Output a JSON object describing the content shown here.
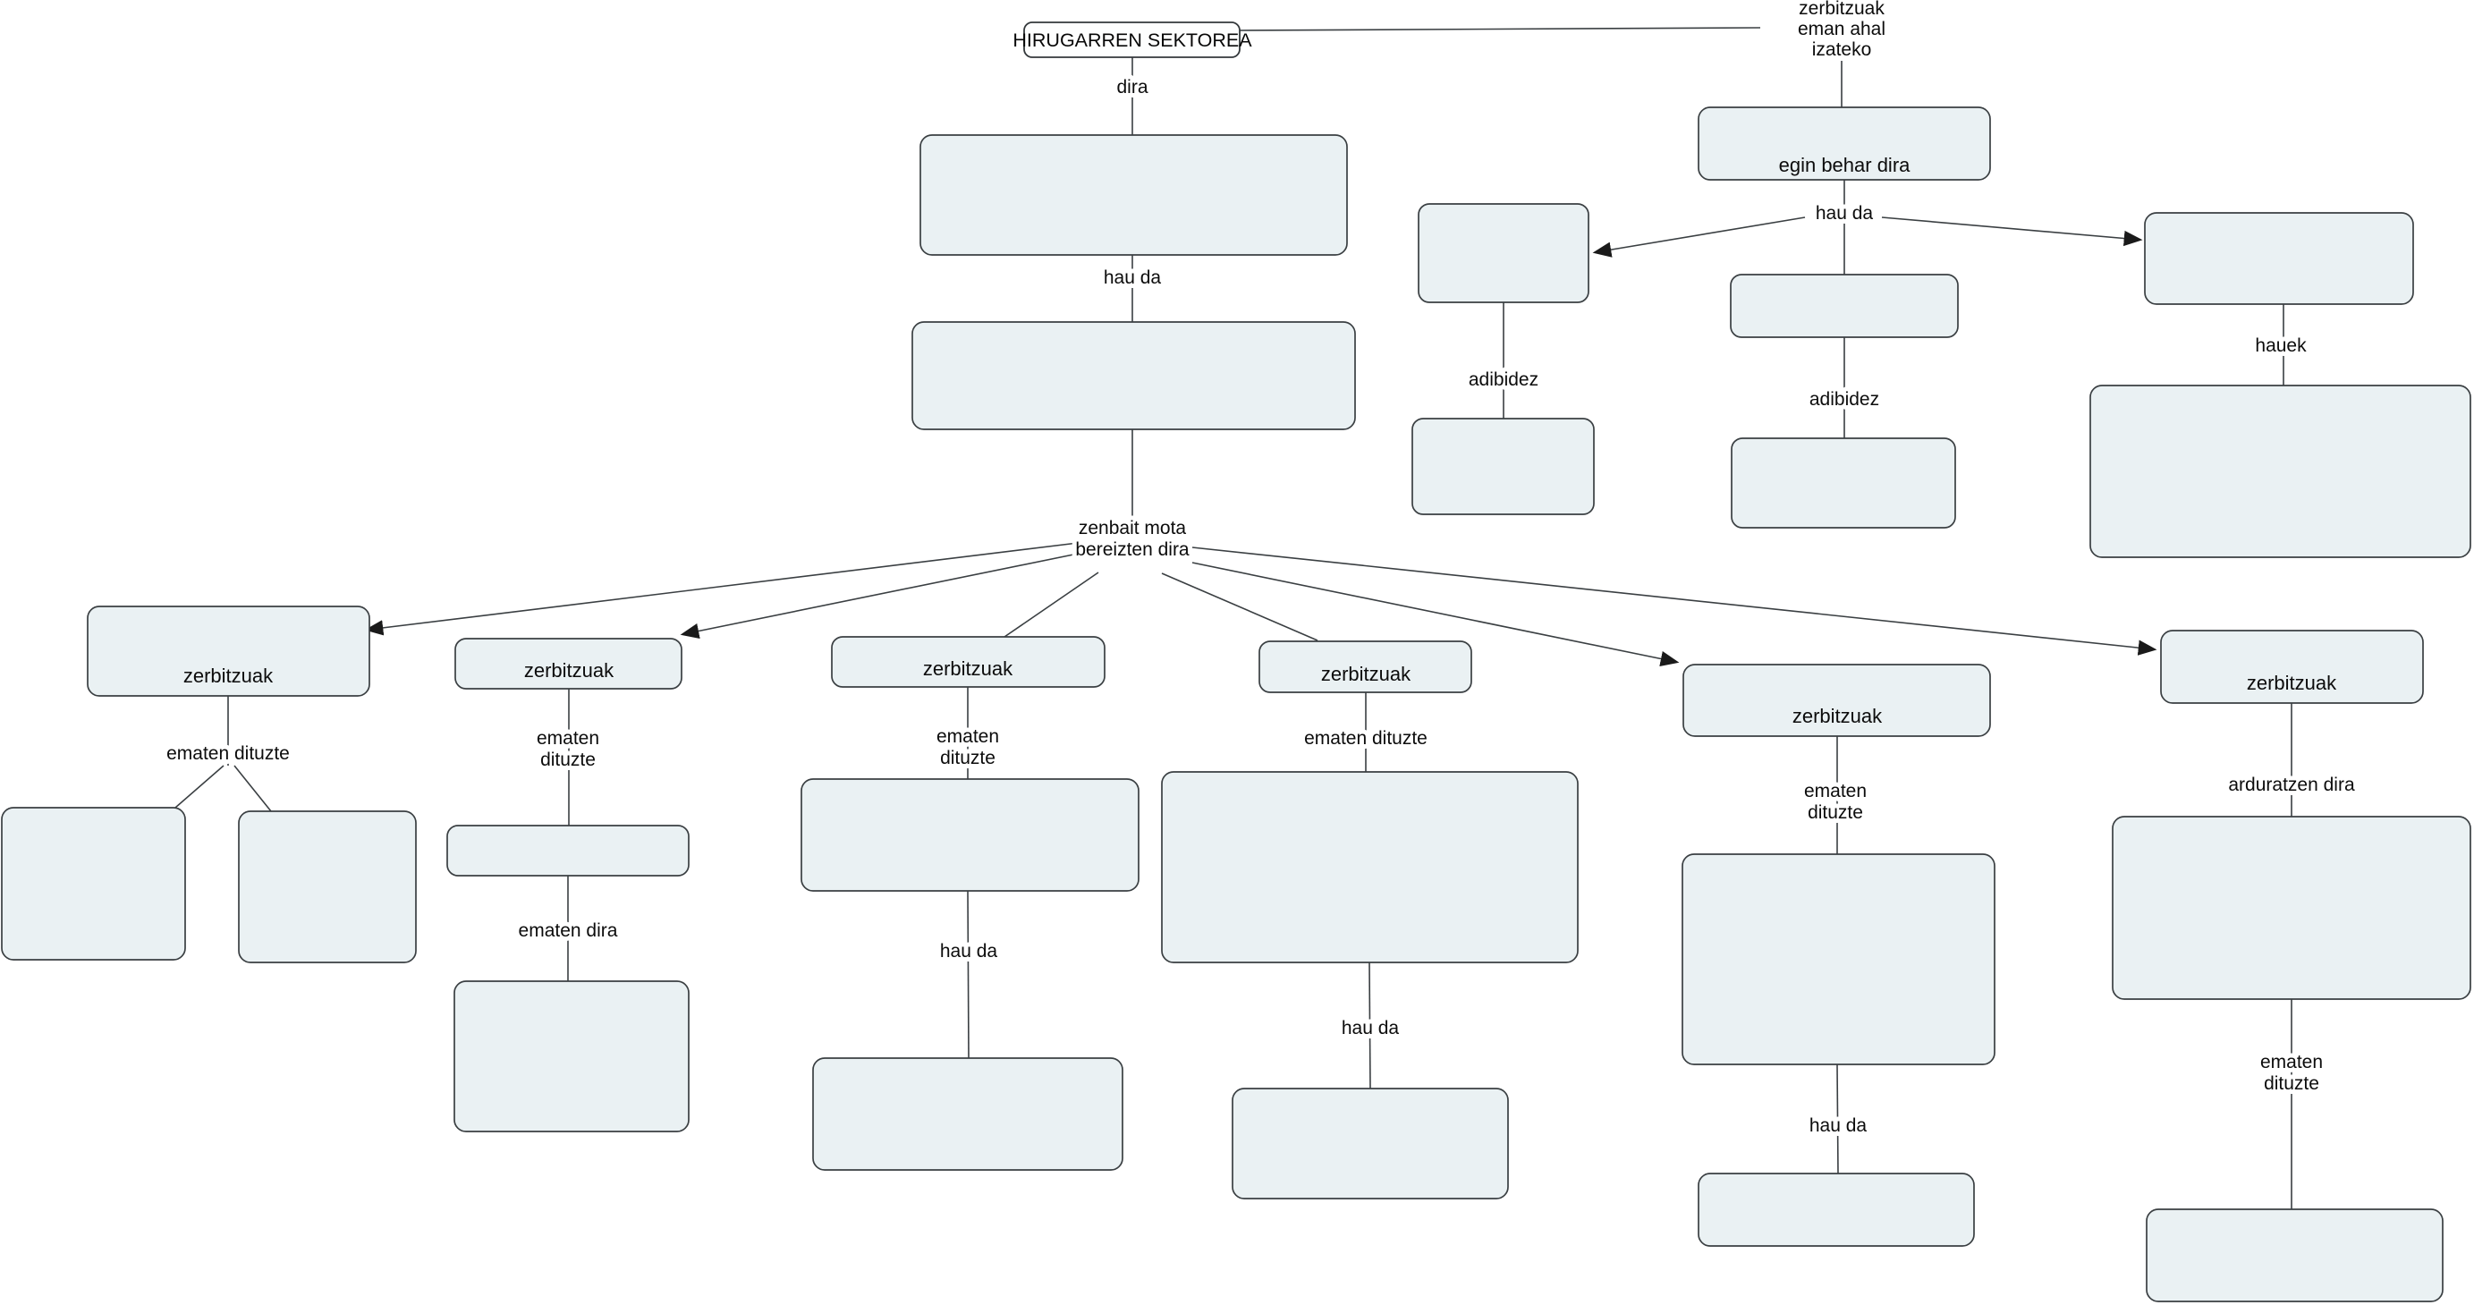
{
  "title": "HIRUGARREN SEKTOREA",
  "colors": {
    "background": "#ffffff",
    "node_fill": "#eaf1f3",
    "node_border": "#3a3f42",
    "line": "#3a3f42",
    "text": "#0c0c0c",
    "title_fill": "#fdfefe"
  },
  "phrases": {
    "dira": "dira",
    "hau_da": "hau da",
    "zerbitzuak": "zerbitzuak",
    "eman_ahal_line1": "zerbitzuak",
    "eman_ahal_line2": "eman ahal",
    "eman_ahal_line3": "izateko",
    "egin_behar_dira": "egin behar dira",
    "adibidez": "adibidez",
    "hauek": "hauek",
    "zenbait_line1": "zenbait mota",
    "zenbait_line2": "bereizten dira",
    "ematen_dituzte": "ematen dituzte",
    "ematen": "ematen",
    "dituzte": "dituzte",
    "ematen_dira": "ematen dira",
    "arduratzen_dira": "arduratzen dira"
  },
  "graph": {
    "root": "HIRUGARREN SEKTOREA",
    "edges": [
      {
        "from": "HIRUGARREN SEKTOREA",
        "phrase": "dira",
        "to": "concept-box (blank)"
      },
      {
        "from": "concept-box (blank)",
        "phrase": "hau da",
        "to": "concept-box (blank)"
      },
      {
        "from": "concept-box (blank)",
        "phrase": "zenbait mota bereizten dira",
        "to": "6 branch boxes labeled zerbitzuak"
      },
      {
        "from": "HIRUGARREN SEKTOREA",
        "phrase": "zerbitzuak eman ahal izateko",
        "to": "egin behar dira box"
      },
      {
        "from": "egin behar dira box",
        "phrase": "hau da",
        "to": "3 concept boxes (blank)"
      },
      {
        "from": "hau da left box",
        "phrase": "adibidez",
        "to": "concept-box (blank)"
      },
      {
        "from": "hau da middle box",
        "phrase": "adibidez",
        "to": "concept-box (blank)"
      },
      {
        "from": "hau da right box",
        "phrase": "hauek",
        "to": "concept-box (blank)"
      },
      {
        "from": "branch-1 zerbitzuak",
        "phrase": "ematen dituzte",
        "to": "2 concept boxes (blank)"
      },
      {
        "from": "branch-2 zerbitzuak",
        "phrase": "ematen dituzte",
        "to": "concept-box (blank)"
      },
      {
        "from": "branch-2 middle box",
        "phrase": "ematen dira",
        "to": "concept-box (blank)"
      },
      {
        "from": "branch-3 zerbitzuak",
        "phrase": "ematen dituzte",
        "to": "concept-box (blank)"
      },
      {
        "from": "branch-3 middle box",
        "phrase": "hau da",
        "to": "concept-box (blank)"
      },
      {
        "from": "branch-4 zerbitzuak",
        "phrase": "ematen dituzte",
        "to": "concept-box (blank)"
      },
      {
        "from": "branch-4 big box",
        "phrase": "hau da",
        "to": "concept-box (blank)"
      },
      {
        "from": "branch-5 zerbitzuak",
        "phrase": "ematen dituzte",
        "to": "concept-box (blank)"
      },
      {
        "from": "branch-5 big box",
        "phrase": "hau da",
        "to": "concept-box (blank)"
      },
      {
        "from": "branch-6 zerbitzuak",
        "phrase": "arduratzen dira",
        "to": "concept-box (blank)"
      },
      {
        "from": "branch-6 big box",
        "phrase": "ematen dituzte",
        "to": "concept-box (blank)"
      }
    ]
  }
}
